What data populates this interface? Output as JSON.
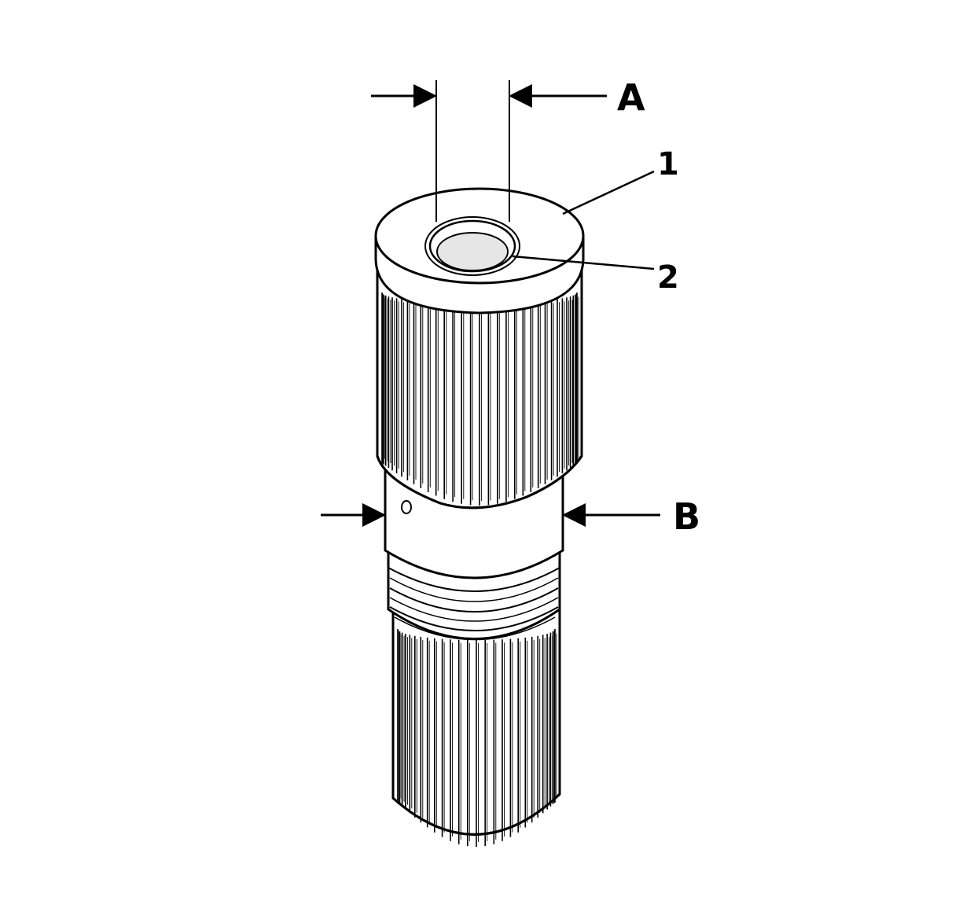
{
  "callouts": {
    "dim_a": "A",
    "dim_b": "B",
    "part_1": "1",
    "part_2": "2"
  },
  "colors": {
    "ink": "#000000",
    "paper": "#ffffff",
    "shade": "#e6e6e6"
  }
}
